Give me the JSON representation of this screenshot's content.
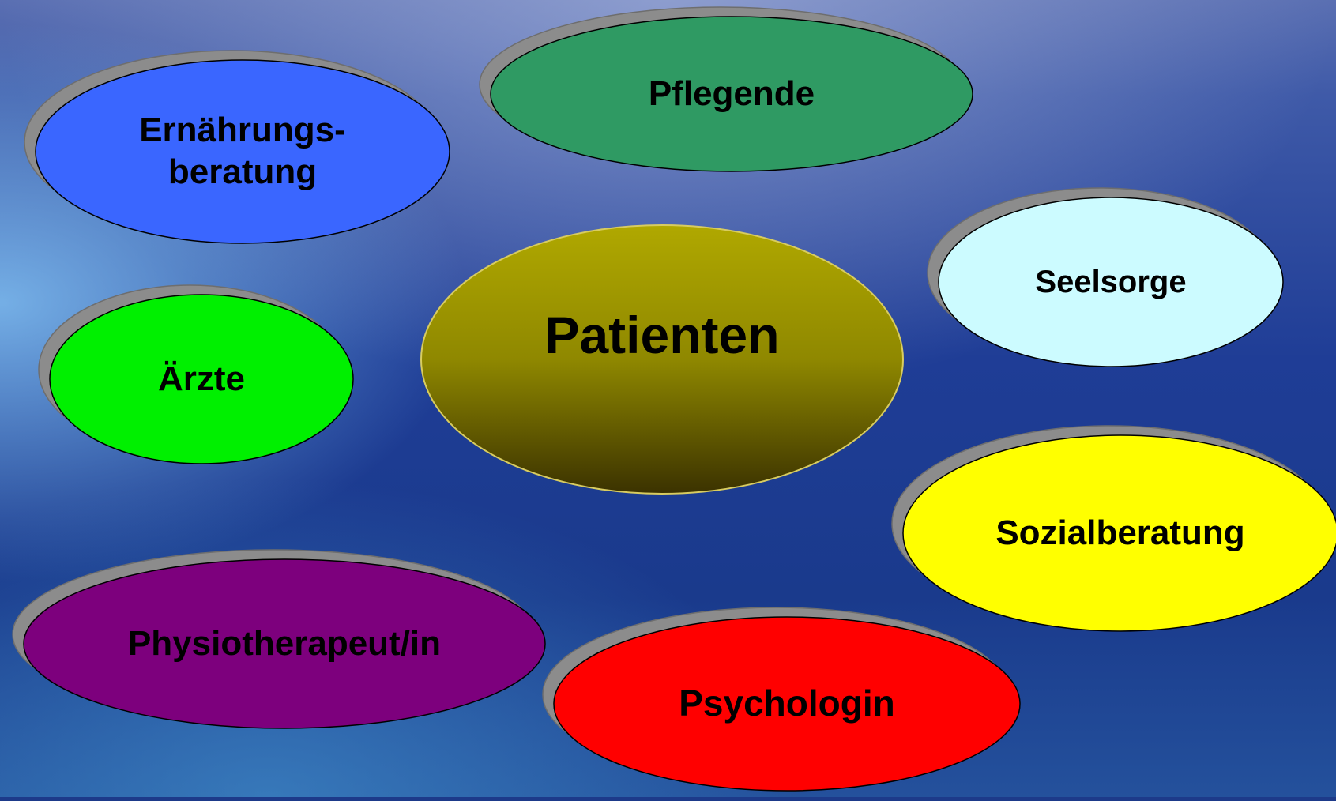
{
  "center": {
    "label": "Patienten",
    "color": "#a8a000"
  },
  "bubbles": [
    {
      "id": "ernaehrung",
      "label": "Ernährungs-\nberatung",
      "color": "#3a66ff"
    },
    {
      "id": "pflegende",
      "label": "Pflegende",
      "color": "#2f9a63"
    },
    {
      "id": "seelsorge",
      "label": "Seelsorge",
      "color": "#ccfbff"
    },
    {
      "id": "aerzte",
      "label": "Ärzte",
      "color": "#00f000"
    },
    {
      "id": "sozialberatung",
      "label": "Sozialberatung",
      "color": "#ffff00"
    },
    {
      "id": "physio",
      "label": "Physiotherapeut/in",
      "color": "#7d007d"
    },
    {
      "id": "psychologin",
      "label": "Psychologin",
      "color": "#ff0000"
    }
  ]
}
